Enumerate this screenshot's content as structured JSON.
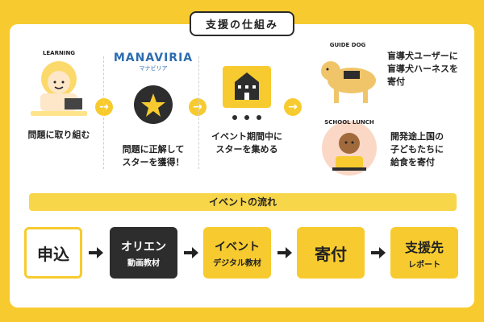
{
  "header": {
    "title": "支援の仕組み"
  },
  "steps": [
    {
      "illustration_label": "LEARNING",
      "caption": "問題に取り組む"
    },
    {
      "logo": "MANAVIRIA",
      "logo_sub": "マナビリア",
      "caption": "問題に正解して\nスターを獲得！"
    },
    {
      "caption": "イベント期間中に\nスターを集める"
    }
  ],
  "outcomes": [
    {
      "illustration_label": "GUIDE DOG",
      "caption": "盲導犬ユーザーに\n盲導犬ハーネスを\n寄付"
    },
    {
      "illustration_label": "SCHOOL LUNCH",
      "caption": "開発途上国の\n子どもたちに\n給食を寄付"
    }
  ],
  "flow": {
    "title": "イベントの流れ",
    "steps": [
      {
        "label": "申込",
        "sub": ""
      },
      {
        "label": "オリエン",
        "sub": "動画教材"
      },
      {
        "label": "イベント",
        "sub": "デジタル教材"
      },
      {
        "label": "寄付",
        "sub": ""
      },
      {
        "label": "支援先",
        "sub": "レポート"
      }
    ]
  },
  "colors": {
    "accent": "#f7cb2f",
    "dark": "#2d2d2d",
    "text": "#222222"
  }
}
